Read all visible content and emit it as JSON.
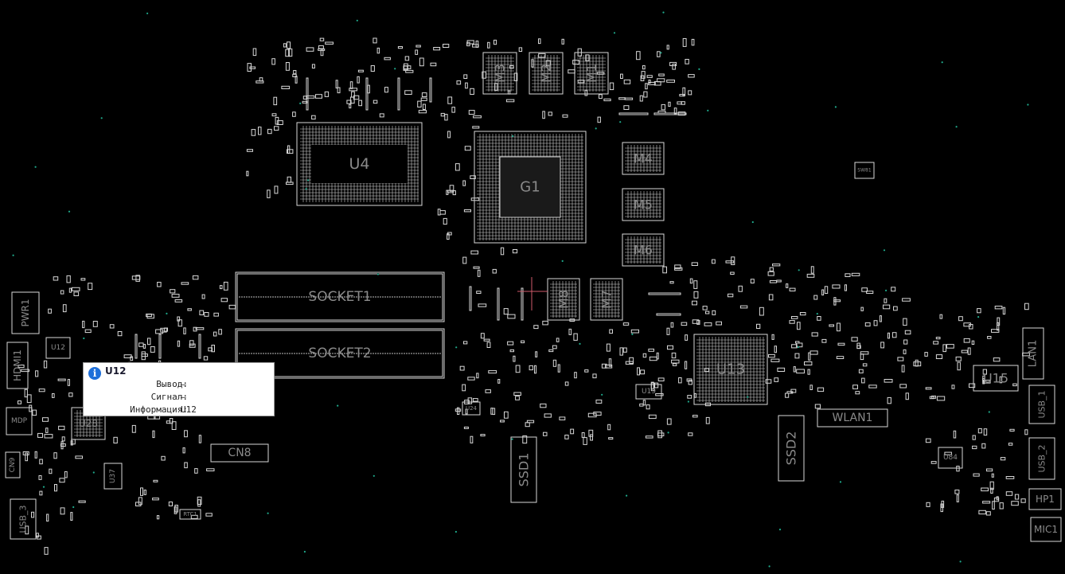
{
  "board": {
    "components": [
      {
        "id": "u4",
        "label": "U4"
      },
      {
        "id": "g1",
        "label": "G1"
      },
      {
        "id": "m1",
        "label": "M1"
      },
      {
        "id": "m2",
        "label": "M2"
      },
      {
        "id": "m3",
        "label": "M3"
      },
      {
        "id": "m4",
        "label": "M4"
      },
      {
        "id": "m5",
        "label": "M5"
      },
      {
        "id": "m6",
        "label": "M6"
      },
      {
        "id": "m7",
        "label": "M7"
      },
      {
        "id": "m8",
        "label": "M8"
      },
      {
        "id": "socket1",
        "label": "SOCKET1"
      },
      {
        "id": "socket2",
        "label": "SOCKET2"
      },
      {
        "id": "u13",
        "label": "U13"
      },
      {
        "id": "ssd1",
        "label": "SSD1"
      },
      {
        "id": "ssd2",
        "label": "SSD2"
      },
      {
        "id": "wlan1",
        "label": "WLAN1"
      },
      {
        "id": "u15",
        "label": "U15"
      },
      {
        "id": "lan1",
        "label": "LAN1"
      },
      {
        "id": "usb1",
        "label": "USB_1"
      },
      {
        "id": "usb2",
        "label": "USB_2"
      },
      {
        "id": "usb3",
        "label": "USB_3"
      },
      {
        "id": "hp1",
        "label": "HP1"
      },
      {
        "id": "mic1",
        "label": "MIC1"
      },
      {
        "id": "pwr1",
        "label": "PWR1"
      },
      {
        "id": "hdmi1",
        "label": "HDMI1"
      },
      {
        "id": "u12",
        "label": "U12"
      },
      {
        "id": "u28",
        "label": "U28"
      },
      {
        "id": "cn8",
        "label": "CN8"
      },
      {
        "id": "cn9",
        "label": "CN9"
      },
      {
        "id": "mdp",
        "label": "MDP"
      },
      {
        "id": "u37",
        "label": "U37"
      },
      {
        "id": "u19",
        "label": "U19"
      },
      {
        "id": "u84",
        "label": "U84"
      },
      {
        "id": "u24",
        "label": "U24"
      },
      {
        "id": "rtc1",
        "label": "RTC1"
      },
      {
        "id": "sw1",
        "label": "SW81"
      }
    ]
  },
  "tooltip": {
    "title": "U12",
    "rows": [
      {
        "key": "Вывод:",
        "value": "—"
      },
      {
        "key": "Сигнал:",
        "value": "—"
      },
      {
        "key": "Информация:",
        "value": "U12"
      }
    ]
  },
  "colors": {
    "background": "#000000",
    "outline": "#d8d8d8",
    "label": "#8a8a8a",
    "via": "#1faa8c",
    "info_icon": "#1e6fd9"
  }
}
